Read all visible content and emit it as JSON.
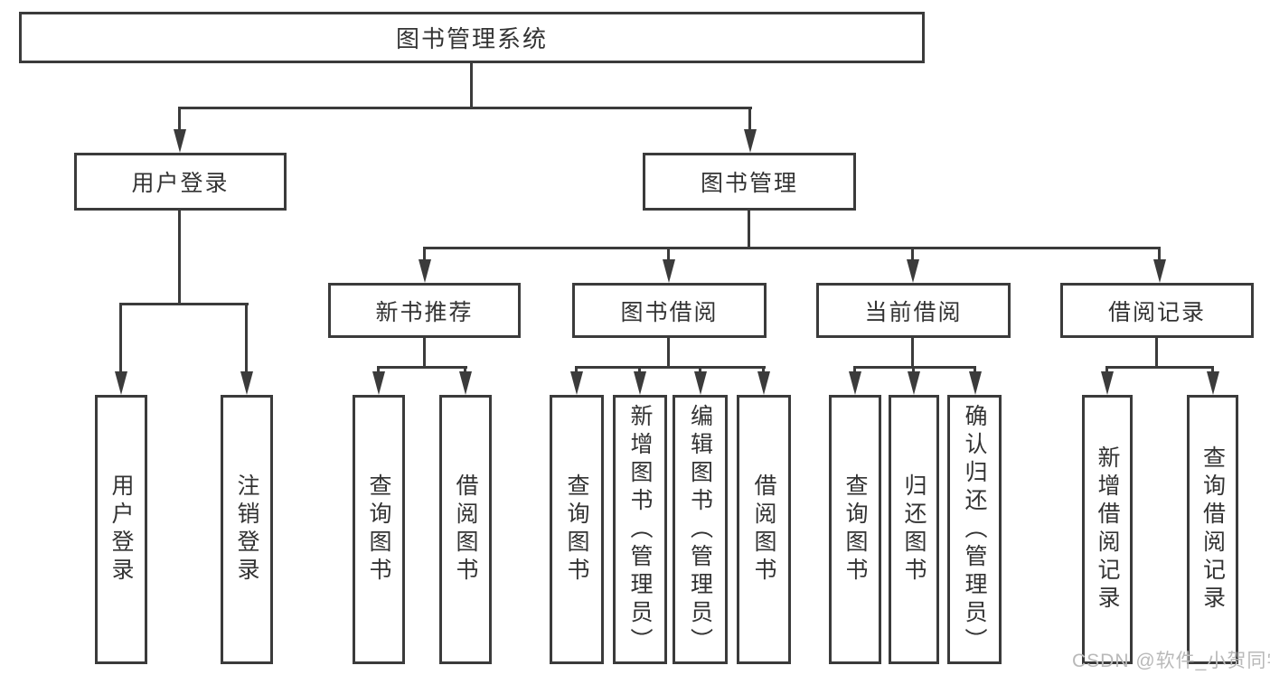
{
  "colors": {
    "line": "#3b3b3b",
    "text": "#333333",
    "watermark": "#b9b9b9",
    "background": "#ffffff"
  },
  "diagram": {
    "type": "hierarchy-tree",
    "root": {
      "label": "图书管理系统"
    },
    "children": [
      {
        "label": "用户登录",
        "children": [
          {
            "label": "用户登录"
          },
          {
            "label": "注销登录"
          }
        ]
      },
      {
        "label": "图书管理",
        "children": [
          {
            "label": "新书推荐",
            "children": [
              {
                "label": "查询图书"
              },
              {
                "label": "借阅图书"
              }
            ]
          },
          {
            "label": "图书借阅",
            "children": [
              {
                "label": "查询图书"
              },
              {
                "label": "新增图书（管理员）"
              },
              {
                "label": "编辑图书（管理员）"
              },
              {
                "label": "借阅图书"
              }
            ]
          },
          {
            "label": "当前借阅",
            "children": [
              {
                "label": "查询图书"
              },
              {
                "label": "归还图书"
              },
              {
                "label": "确认归还（管理员）"
              }
            ]
          },
          {
            "label": "借阅记录",
            "children": [
              {
                "label": "新增借阅记录"
              },
              {
                "label": "查询借阅记录"
              }
            ]
          }
        ]
      }
    ]
  },
  "watermark": {
    "text": "CSDN @软件_小贺同学"
  }
}
